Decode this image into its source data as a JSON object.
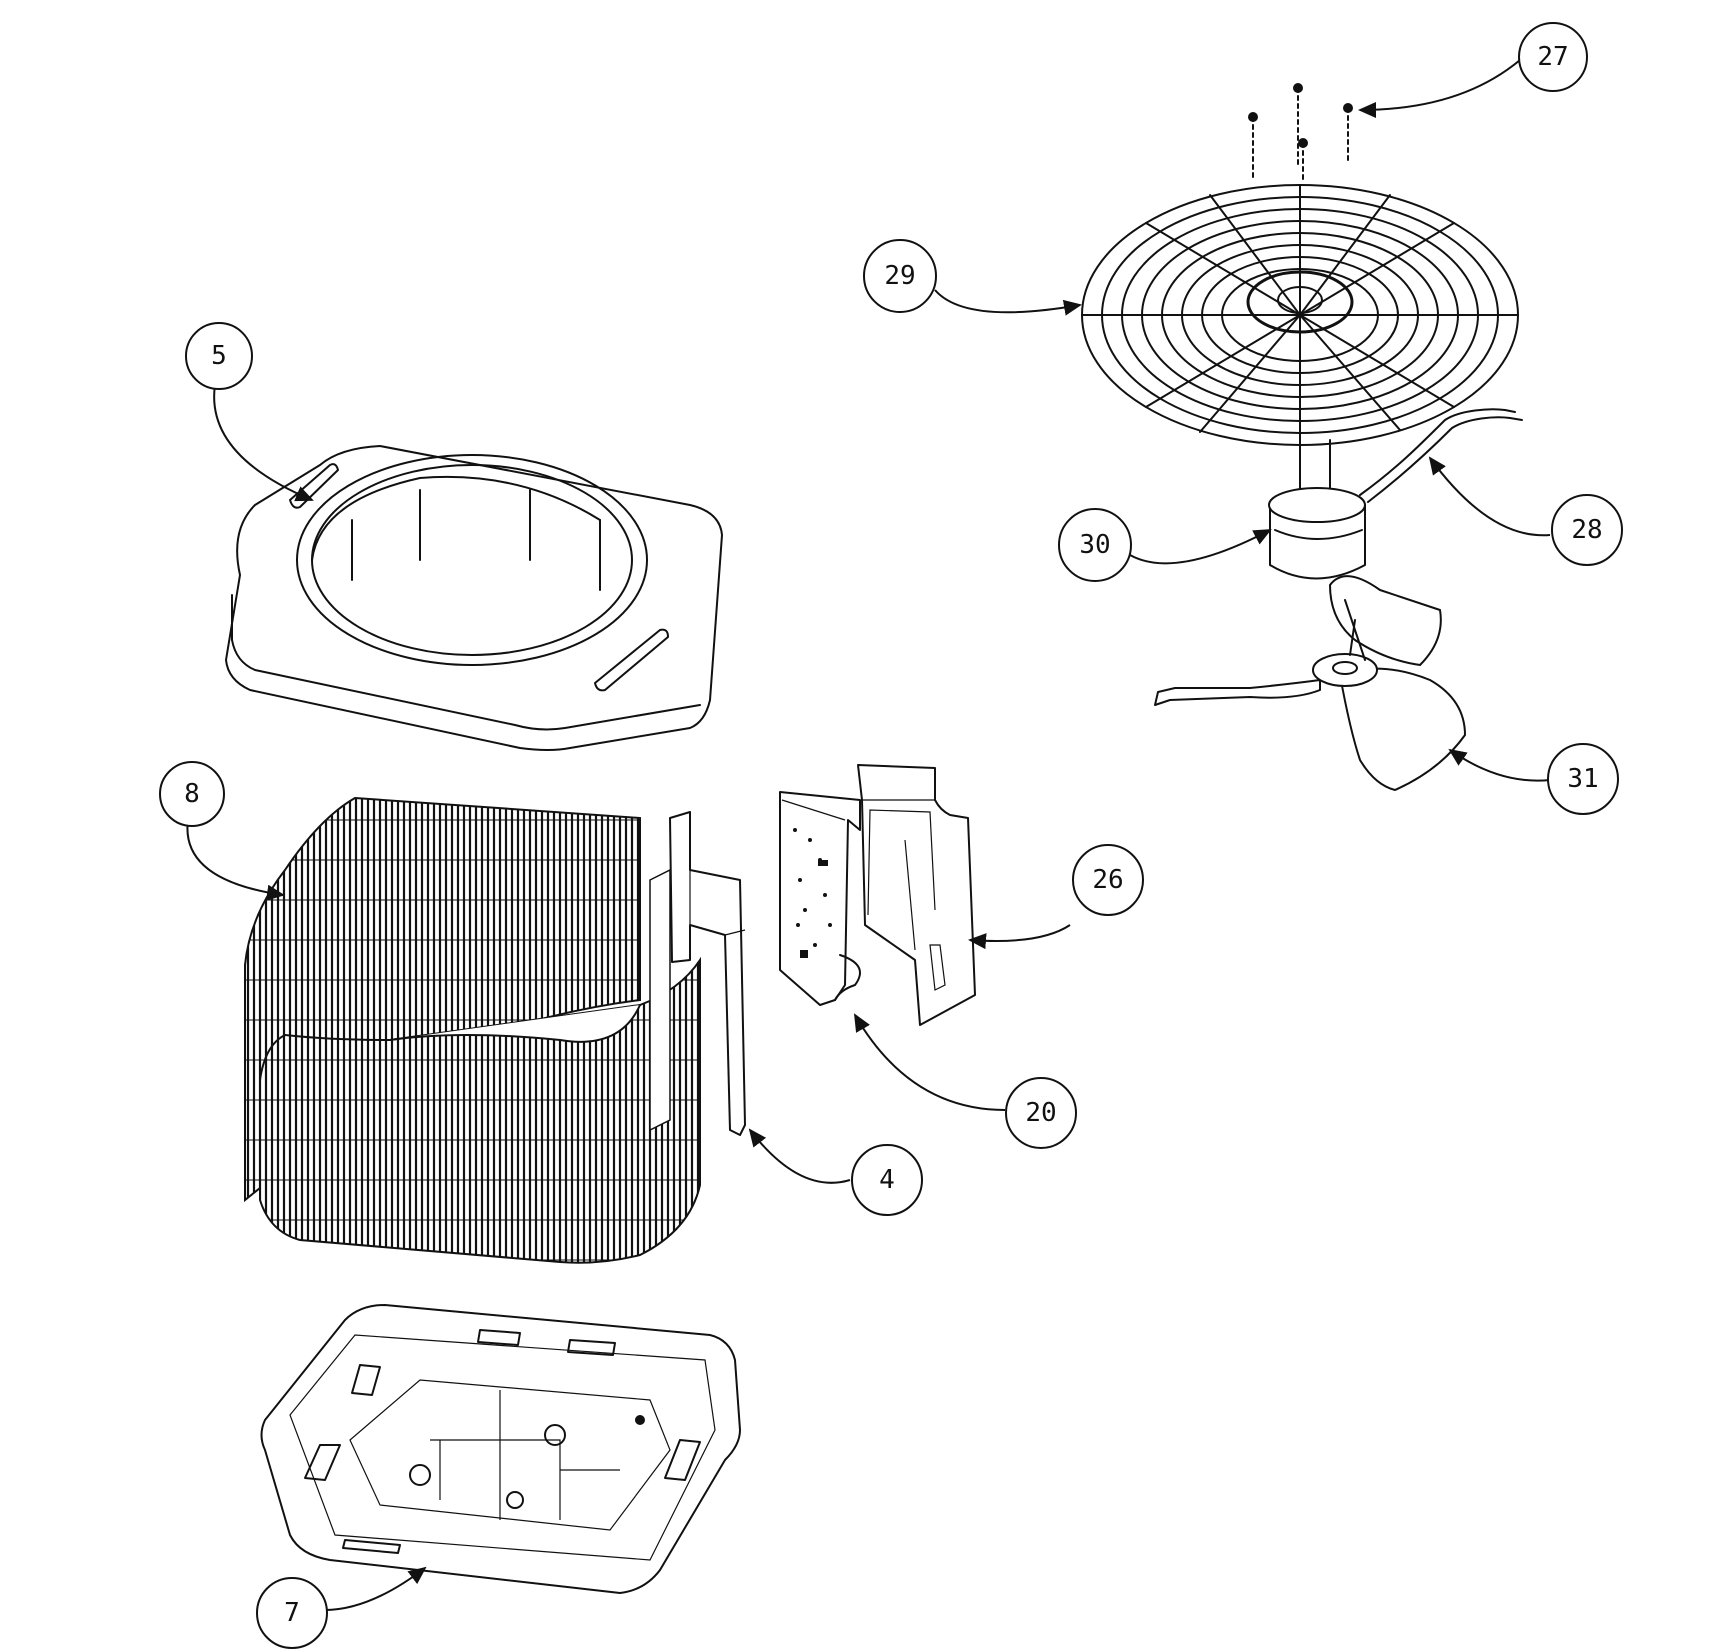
{
  "callouts": {
    "c27": "27",
    "c29": "29",
    "c5": "5",
    "c30": "30",
    "c28": "28",
    "c31": "31",
    "c8": "8",
    "c26": "26",
    "c20": "20",
    "c4": "4",
    "c7": "7"
  },
  "colors": {
    "ink": "#111111",
    "paper": "#ffffff"
  }
}
